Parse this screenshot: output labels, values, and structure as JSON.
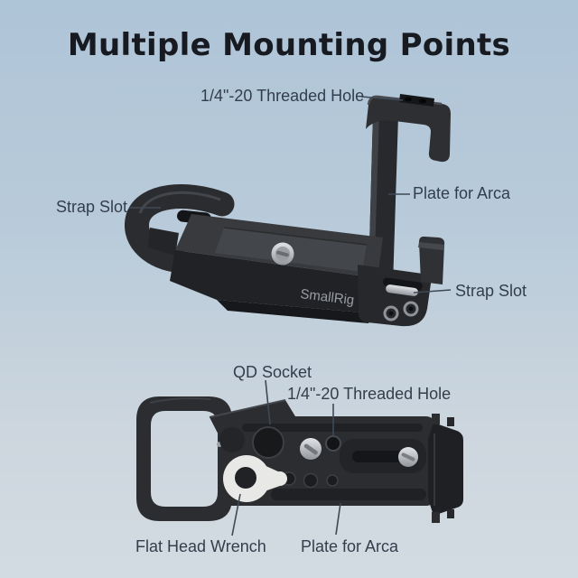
{
  "title": "Multiple Mounting Points",
  "brand": "SmallRig",
  "labels": {
    "threaded_hole_top": "1/4\"-20 Threaded Hole",
    "strap_slot_left": "Strap Slot",
    "plate_for_arca_top": "Plate for Arca",
    "strap_slot_right": "Strap Slot",
    "qd_socket": "QD Socket",
    "threaded_hole_bottom": "1/4\"-20 Threaded Hole",
    "flat_head_wrench": "Flat Head Wrench",
    "plate_for_arca_bottom": "Plate for Arca"
  },
  "colors": {
    "background_top": "#aec4d7",
    "background_bottom": "#d3dbe2",
    "title_text": "#171a20",
    "label_text": "#333e4c",
    "leader_line": "#3f4956",
    "product_dark": "#2b2d30",
    "product_shadow": "#17181b",
    "silver": "#c4c7ca",
    "wrench_white": "#e8e9e7"
  }
}
